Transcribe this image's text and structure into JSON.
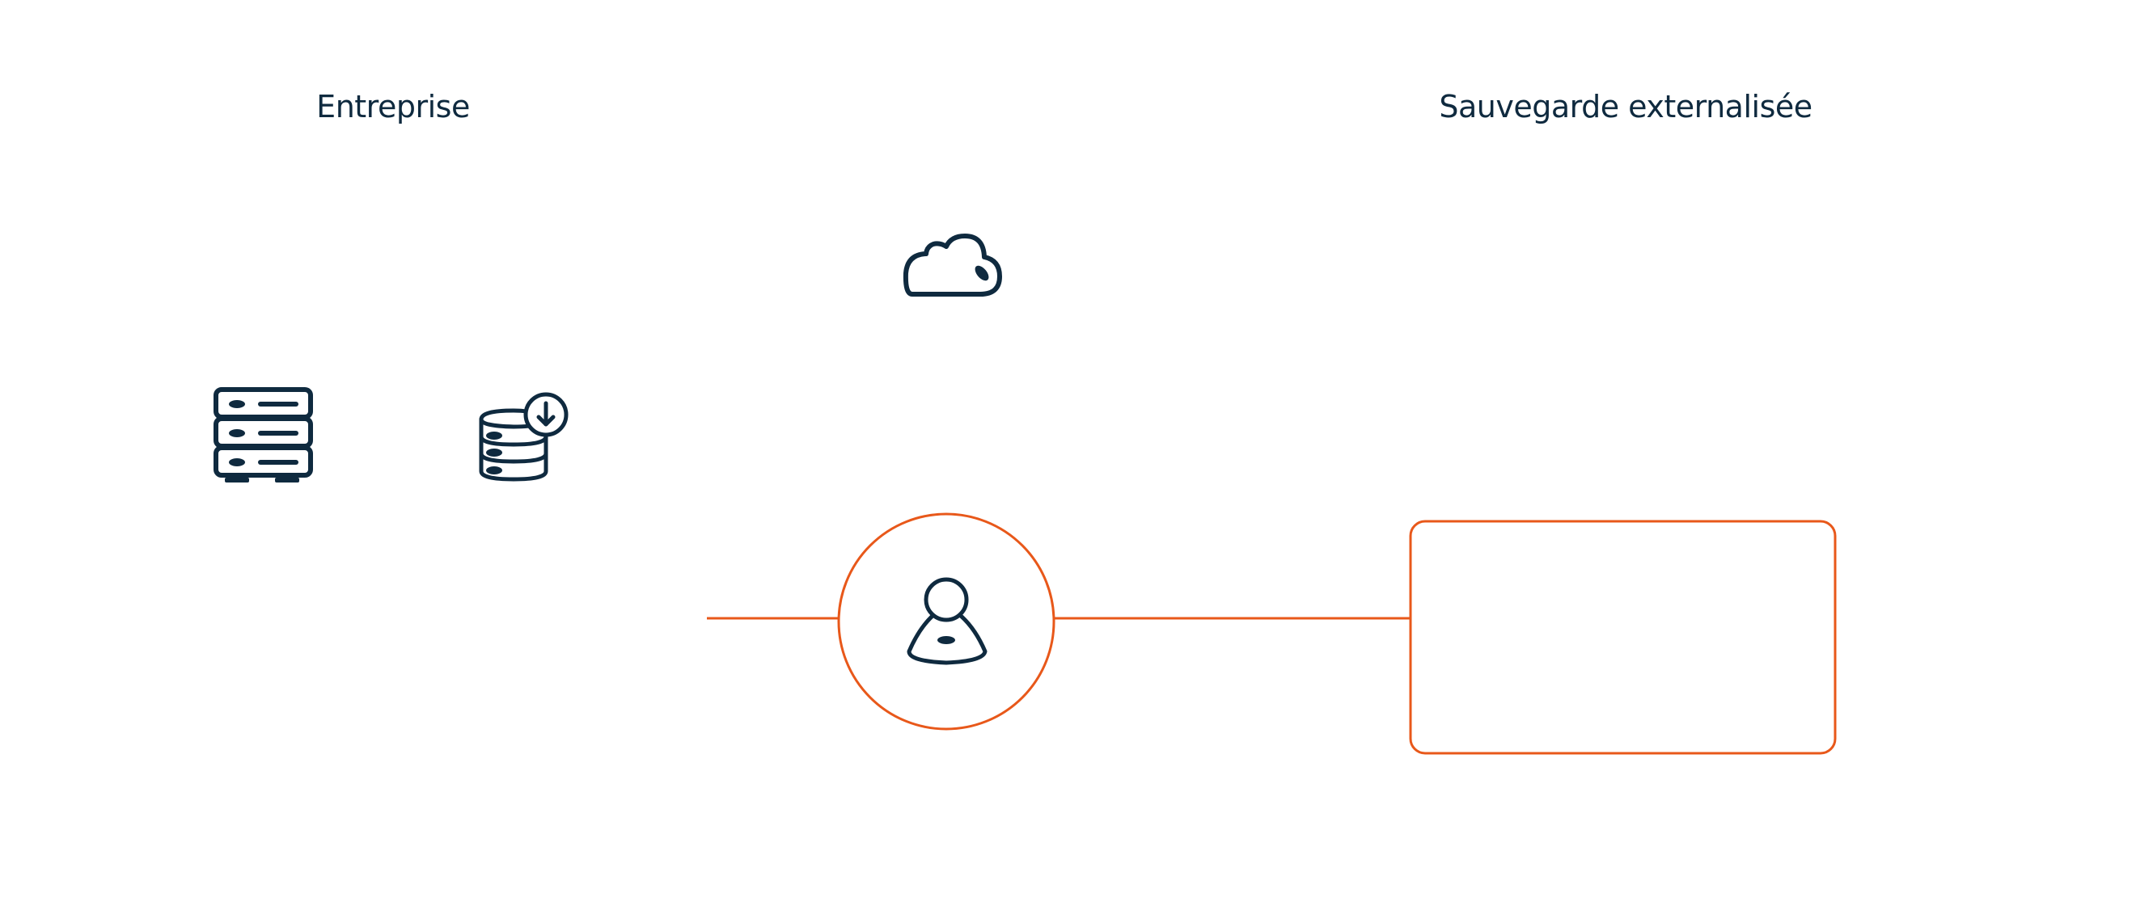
{
  "diagram": {
    "left_column_title": "Entreprise",
    "right_column_title": "Sauvegarde externalisée",
    "colors": {
      "text": "#0f2a3f",
      "icon": "#0f2a3f",
      "accent": "#e8581a"
    },
    "icons": [
      {
        "name": "server-rack-icon",
        "group": "Entreprise"
      },
      {
        "name": "database-download-icon",
        "group": "Entreprise"
      },
      {
        "name": "cloud-icon"
      },
      {
        "name": "user-icon"
      }
    ],
    "connectors": [
      {
        "from": "left",
        "to": "user-node"
      },
      {
        "from": "user-node",
        "to": "backup-box"
      }
    ]
  }
}
